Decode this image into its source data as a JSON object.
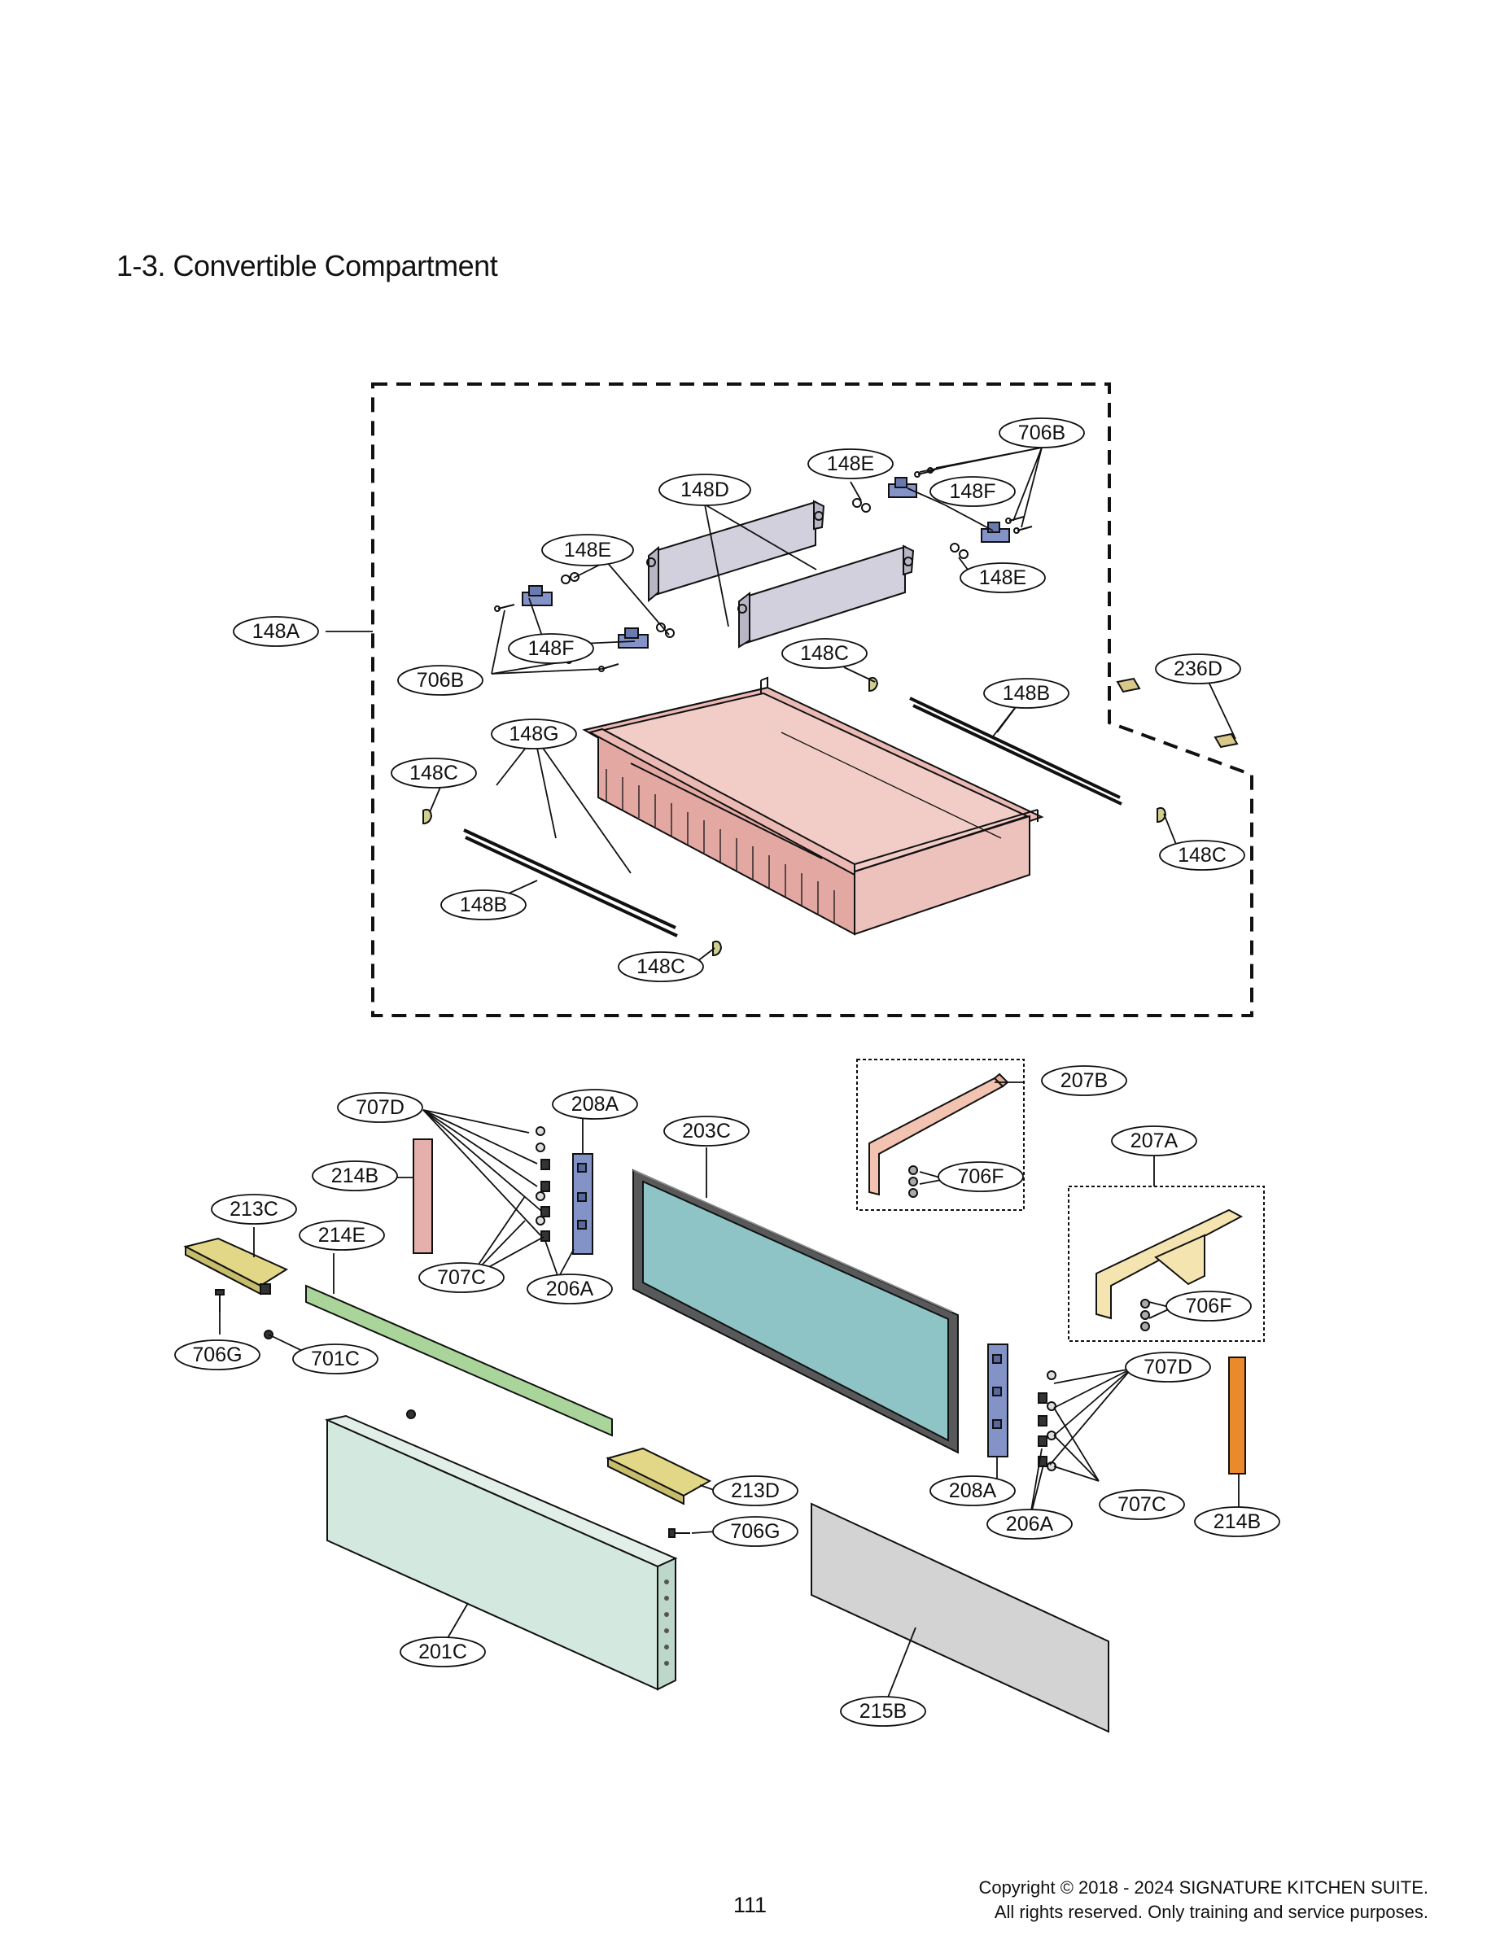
{
  "page": {
    "title": "1-3. Convertible Compartment",
    "page_number": "111",
    "copyright_line1": "Copyright © 2018 - 2024 SIGNATURE KITCHEN SUITE.",
    "copyright_line2": "All rights reserved. Only training and service purposes."
  },
  "colors": {
    "drawer_bin": "#ebb9b4",
    "divider": "#d2d0dc",
    "glass": "#8fc4c6",
    "door_panel": "#d3e8de",
    "gray_panel": "#d3d3d3",
    "bracket_left": "#f2c3b0",
    "bracket_right": "#f4e5b0",
    "trim_green": "#a9d49a",
    "strip_pink": "#e5b0ac",
    "strip_orange": "#e98a2c",
    "hinge_blue": "#8393c8",
    "tray_yellow": "#e1d786"
  },
  "callouts": [
    {
      "text": "706B"
    },
    {
      "text": "148E"
    },
    {
      "text": "148D"
    },
    {
      "text": "148F"
    },
    {
      "text": "148E"
    },
    {
      "text": "148E"
    },
    {
      "text": "148A"
    },
    {
      "text": "148F"
    },
    {
      "text": "706B"
    },
    {
      "text": "148C"
    },
    {
      "text": "236D"
    },
    {
      "text": "148B"
    },
    {
      "text": "148G"
    },
    {
      "text": "148C"
    },
    {
      "text": "148C"
    },
    {
      "text": "148B"
    },
    {
      "text": "148C"
    },
    {
      "text": "207B"
    },
    {
      "text": "707D"
    },
    {
      "text": "208A"
    },
    {
      "text": "203C"
    },
    {
      "text": "207A"
    },
    {
      "text": "214B"
    },
    {
      "text": "706F"
    },
    {
      "text": "213C"
    },
    {
      "text": "214E"
    },
    {
      "text": "707C"
    },
    {
      "text": "206A"
    },
    {
      "text": "706F"
    },
    {
      "text": "706G"
    },
    {
      "text": "701C"
    },
    {
      "text": "707D"
    },
    {
      "text": "213D"
    },
    {
      "text": "706G"
    },
    {
      "text": "208A"
    },
    {
      "text": "707C"
    },
    {
      "text": "206A"
    },
    {
      "text": "214B"
    },
    {
      "text": "201C"
    },
    {
      "text": "215B"
    }
  ]
}
